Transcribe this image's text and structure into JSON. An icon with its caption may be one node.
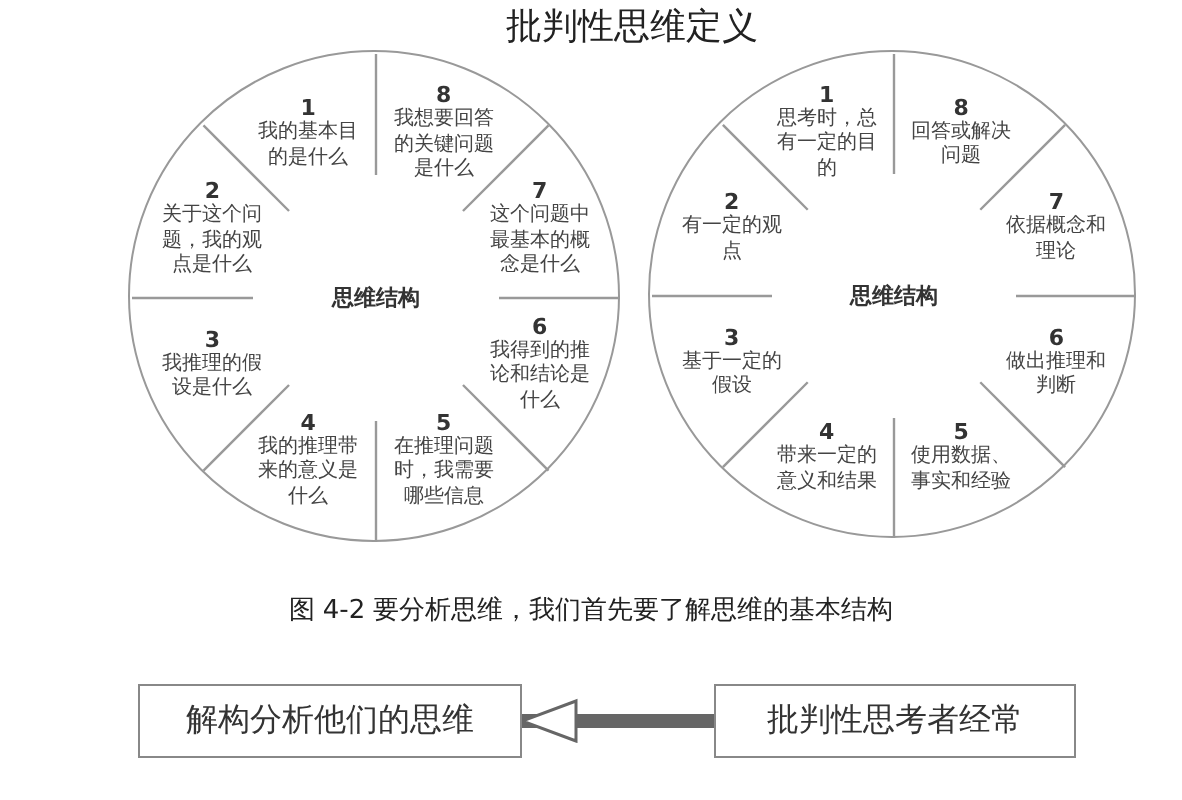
{
  "diagram": {
    "title": "批判性思维定义",
    "caption": "图 4-2 要分析思维，我们首先要了解思维的基本结构",
    "nodes": [
      {
        "text": [
          "思维结构"
        ]
      },
      {
        "text": [
          "1",
          "我的基本目的是什么"
        ],
        "in": 0
      },
      {
        "text": [
          "2",
          "关于这个问题，我的观点是什么"
        ],
        "in": 0
      },
      {
        "text": [
          "3",
          "我推理的假设是什么"
        ],
        "in": 0
      },
      {
        "text": [
          "4",
          "我的推理带来的意义是什么"
        ],
        "in": 0
      },
      {
        "text": [
          "5",
          "在推理问题时，我需要哪些信息"
        ],
        "in": 0
      },
      {
        "text": [
          "6",
          "我得到的推论和结论是什么"
        ],
        "in": 0
      },
      {
        "text": [
          "7",
          "这个问题中最基本的概念是什么"
        ],
        "in": 0
      },
      {
        "text": [
          "8",
          "我想要回答的关键问题是什么"
        ],
        "in": 0
      },
      {
        "text": [
          "思维结构"
        ]
      },
      {
        "text": [
          "1",
          "思考时，总有一定的目的"
        ],
        "in": 9
      },
      {
        "text": [
          "2",
          "有一定的观点"
        ],
        "in": 9
      },
      {
        "text": [
          "3",
          "基于一定的假设"
        ],
        "in": 9
      },
      {
        "text": [
          "4",
          "带来一定的意义和结果"
        ],
        "in": 9
      },
      {
        "text": [
          "5",
          "使用数据、事实和经验"
        ],
        "in": 9
      },
      {
        "text": [
          "6",
          "做出推理和判断"
        ],
        "in": 9
      },
      {
        "text": [
          "7",
          "依据概念和理论"
        ],
        "in": 9
      },
      {
        "text": [
          "8",
          "回答或解决问题"
        ],
        "in": 9
      },
      {
        "text": [
          "批判性思考者经常"
        ]
      },
      {
        "text": [
          "解构分析他们的思维"
        ]
      }
    ],
    "edges": [
      {
        "from": 18,
        "to": 19,
        "arrow": "to"
      }
    ]
  }
}
